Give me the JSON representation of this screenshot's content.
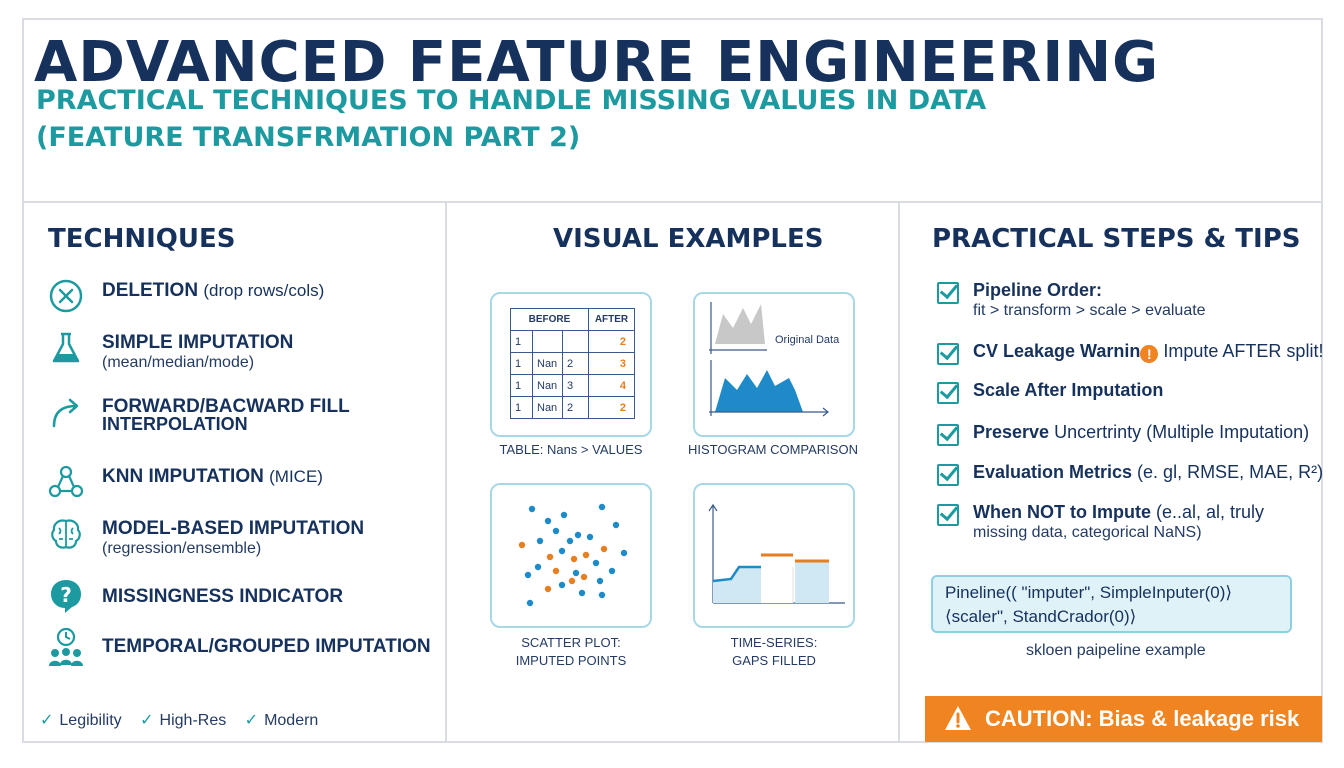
{
  "header": {
    "title": "ADVANCED FEATURE ENGINEERING",
    "subtitle_line1": "PRACTICAL TECHNIQUES TO HANDLE MISSING VALUES IN DATA",
    "subtitle_line2": "(FEATURE TRANSFRMATION PART 2)"
  },
  "techniques": {
    "heading": "TECHNIQUES",
    "items": [
      {
        "icon": "circle-x-icon",
        "name": "DELETION",
        "paren": "(drop rows/cols)",
        "sub": ""
      },
      {
        "icon": "flask-icon",
        "name": "SIMPLE IMPUTATION",
        "paren": "",
        "sub": "(mean/median/mode)"
      },
      {
        "icon": "curved-arrow-icon",
        "name": "FORWARD/BACWARD FILL",
        "paren": "",
        "sub": "INTERPOLATION"
      },
      {
        "icon": "network-icon",
        "name": "KNN IMPUTATION",
        "paren": "(MICE)",
        "sub": ""
      },
      {
        "icon": "brain-icon",
        "name": "MODEL-BASED IMPUTATION",
        "paren": "",
        "sub": "(regression/ensemble)"
      },
      {
        "icon": "question-bubble-icon",
        "name": "MISSINGNESS INDICATOR",
        "paren": "",
        "sub": ""
      },
      {
        "icon": "clock-group-icon",
        "name": "TEMPORAL/GROUPED IMPUTATION",
        "paren": "",
        "sub": ""
      }
    ],
    "checks": [
      "Legibility",
      "High-Res",
      "Modern"
    ]
  },
  "visual": {
    "heading": "VISUAL EXAMPLES",
    "table": {
      "headers": [
        "BEFORE",
        "AFTER"
      ],
      "rows": [
        [
          "1",
          "",
          "",
          "2"
        ],
        [
          "1",
          "Nan",
          "2",
          "3"
        ],
        [
          "1",
          "Nan",
          "3",
          "4"
        ],
        [
          "1",
          "Nan",
          "2",
          "2"
        ]
      ],
      "caption": "TABLE: Nans > VALUES"
    },
    "histogram": {
      "label": "Original Data",
      "caption": "HISTOGRAM COMPARISON"
    },
    "scatter": {
      "caption_line1": "SCATTER PLOT:",
      "caption_line2": "IMPUTED POINTS"
    },
    "timeseries": {
      "caption_line1": "TIME-SERIES:",
      "caption_line2": "GAPS FILLED"
    },
    "colors": {
      "blue": "#1f8ac8",
      "orange": "#e67e22",
      "gray": "#c8c8c8"
    }
  },
  "tips": {
    "heading": "PRACTICAL STEPS & TIPS",
    "items": [
      {
        "bold": "Pipeline Order:",
        "rest": "",
        "sub": "fit > transform > scale > evaluate"
      },
      {
        "bold": "CV Leakage Warnin",
        "rest": " Impute AFTER split!",
        "sub": ""
      },
      {
        "bold": "Scale After Imputation",
        "rest": "",
        "sub": ""
      },
      {
        "bold": "Preserve",
        "rest": " Uncertrinty (Multiple Imputation)",
        "sub": ""
      },
      {
        "bold": "Evaluation Metrics",
        "rest": " (e. gl, RMSE, MAE, R²)",
        "sub": ""
      },
      {
        "bold": "When NOT to Impute",
        "rest": " (e..al, al, truly",
        "sub": "missing data, categorical NaNS)"
      }
    ],
    "code_line1": "Pineline(( \"imputer\", SimpleInputer(0)⟩",
    "code_line2": "⟨scaler\", StandCrador(0)⟩",
    "code_caption": "skloen paipeline example",
    "caution": "CAUTION: Bias & leakage risk"
  }
}
